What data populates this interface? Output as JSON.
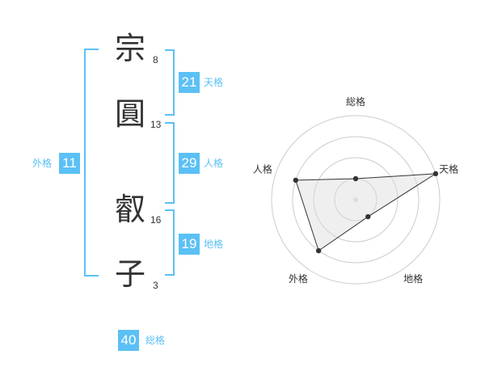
{
  "name": {
    "chars": [
      {
        "kanji": "宗",
        "strokes": "8"
      },
      {
        "kanji": "圓",
        "strokes": "13"
      },
      {
        "kanji": "叡",
        "strokes": "16"
      },
      {
        "kanji": "子",
        "strokes": "3"
      }
    ]
  },
  "kaku": {
    "ten": {
      "value": "21",
      "label": "天格"
    },
    "jin": {
      "value": "29",
      "label": "人格"
    },
    "chi": {
      "value": "19",
      "label": "地格"
    },
    "gai": {
      "value": "11",
      "label": "外格"
    },
    "sou": {
      "value": "40",
      "label": "総格"
    }
  },
  "chart_data": {
    "type": "radar",
    "axes": [
      "総格",
      "天格",
      "地格",
      "外格",
      "人格"
    ],
    "values": [
      0.25,
      1.0,
      0.25,
      0.75,
      0.75
    ],
    "rings": 4,
    "colors": {
      "accent": "#5bc0f5",
      "ring": "#cccccc",
      "fill": "#eeeeee",
      "line": "#333333"
    }
  }
}
